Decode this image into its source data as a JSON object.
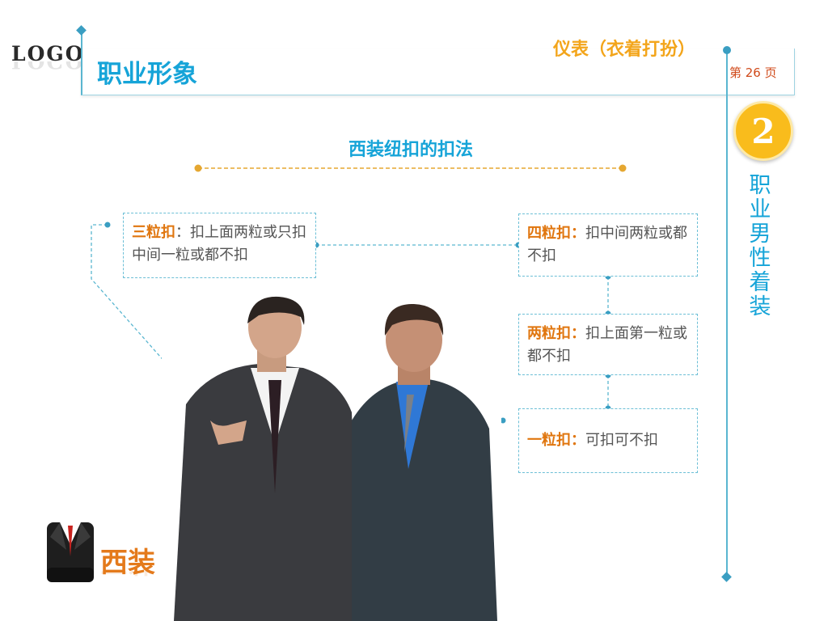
{
  "header": {
    "logo": "LOGO",
    "title": "职业形象",
    "subtitle": "仪表（衣着打扮）",
    "page": "第 26 页"
  },
  "side": {
    "number": "2",
    "vertical_title": "职业男性着装"
  },
  "section": {
    "title": "西装纽扣的扣法"
  },
  "rules": [
    {
      "key": "三粒扣",
      "sep": "：",
      "text": "扣上面两粒或只扣中间一粒或都不扣"
    },
    {
      "key": "四粒扣：",
      "sep": "",
      "text": "扣中间两粒或都不扣"
    },
    {
      "key": "两粒扣：",
      "sep": "",
      "text": "扣上面第一粒或都不扣"
    },
    {
      "key": "一粒扣：",
      "sep": "",
      "text": "可扣可不扣"
    }
  ],
  "icon_label": "西装",
  "colors": {
    "accent_blue": "#16a4d8",
    "accent_orange": "#e0760f",
    "accent_yellow": "#f3a51b",
    "line_blue": "#5ab6d0"
  },
  "images": [
    "two-businessmen-photo",
    "suit-icon"
  ]
}
